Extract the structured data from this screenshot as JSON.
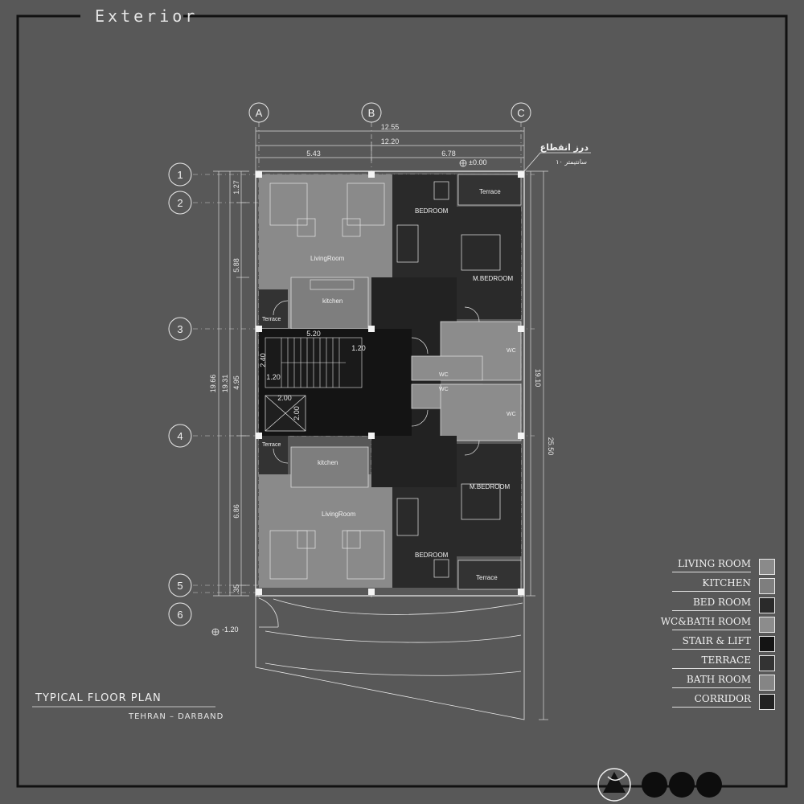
{
  "sheet_title": "Exterior",
  "plan_title": "TYPICAL FLOOR PLAN",
  "plan_subtitle": "TEHRAN – DARBAND",
  "grid": {
    "columns": [
      "A",
      "B",
      "C"
    ],
    "rows": [
      "1",
      "2",
      "3",
      "4",
      "5",
      "6"
    ]
  },
  "dimensions": {
    "top": [
      "12.55",
      "12.20",
      "5.43",
      "6.78"
    ],
    "left": [
      "19.66",
      "19.31",
      "1.27",
      "5.88",
      "4.95",
      "6.86",
      ".35"
    ],
    "right": [
      "19.10",
      "25.50"
    ],
    "stair": [
      "5.20",
      "1.20",
      "2.40",
      "1.20",
      "2.00",
      "2.00"
    ]
  },
  "levels": {
    "floor": "±0.00",
    "basement": "-1.20"
  },
  "note": {
    "line1": "درز انقطاع",
    "line2": "۱۰ سانتیمتر"
  },
  "rooms": {
    "living_room": "LivingRoom",
    "kitchen": "kitchen",
    "bedroom": "BEDROOM",
    "master_bedroom": "M.BEDROOM",
    "terrace": "Terrace",
    "wc": "WC"
  },
  "legend": [
    {
      "label": "LIVING ROOM",
      "color": "#8a8a8a"
    },
    {
      "label": "KITCHEN",
      "color": "#7e7e7e"
    },
    {
      "label": "BED ROOM",
      "color": "#2a2a2a"
    },
    {
      "label": "WC&BATH ROOM",
      "color": "#8c8c8c"
    },
    {
      "label": "STAIR & LIFT",
      "color": "#141414"
    },
    {
      "label": "TERRACE",
      "color": "#333333"
    },
    {
      "label": "BATH ROOM",
      "color": "#858585"
    },
    {
      "label": "CORRIDOR",
      "color": "#222222"
    }
  ]
}
